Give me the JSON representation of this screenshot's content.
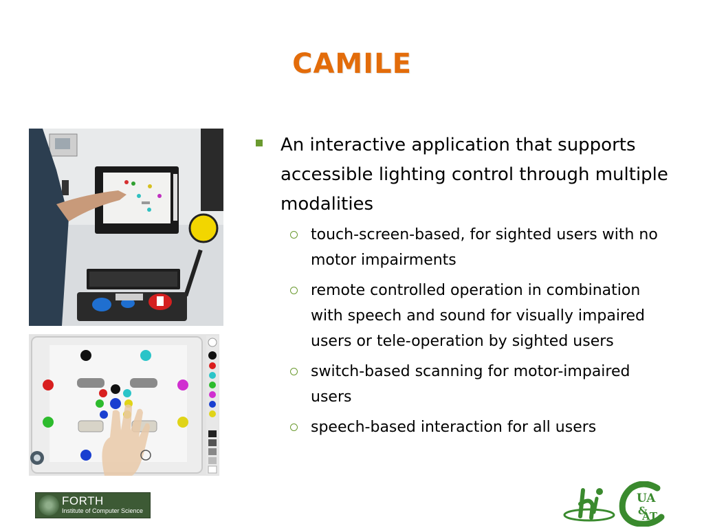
{
  "slide": {
    "title": "CAMILE"
  },
  "bullets": {
    "main": "An interactive application that supports accessible lighting control through multiple modalities",
    "subs": [
      "touch-screen-based, for sighted users with no motor impairments",
      "remote controlled operation in combination with speech and sound for visually impaired users or tele-operation by sighted users",
      "switch-based scanning for motor-impaired users",
      "speech-based interaction for all users"
    ]
  },
  "logos": {
    "forth_name": "FORTH",
    "forth_subtitle": "Institute of Computer Science"
  },
  "colors": {
    "title": "#e36c0a",
    "bullet_marker": "#6a9a2f",
    "logo_green": "#3a8a2e"
  }
}
